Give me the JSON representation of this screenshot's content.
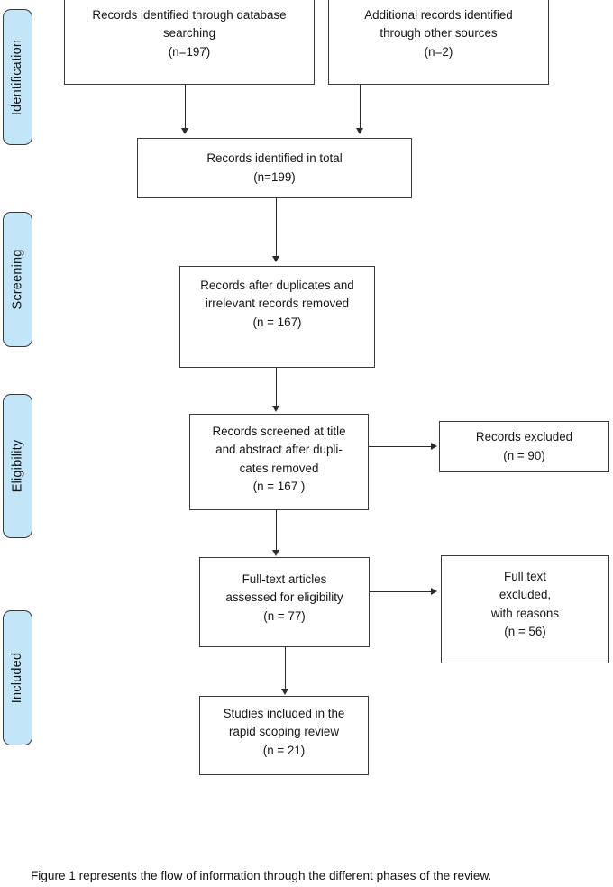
{
  "figure": {
    "type": "prisma-flow-diagram",
    "caption": "Figure 1 represents the flow of information through the different phases of the review.",
    "accent_color": "#c3e5f8",
    "border_color": "#3b3b3b",
    "text_color": "#161616"
  },
  "phases": [
    {
      "label": "Identification"
    },
    {
      "label": "Screening"
    },
    {
      "label": "Eligibility"
    },
    {
      "label": "Included"
    }
  ],
  "boxes": {
    "database_search": {
      "text": "Records identified through database\nsearching\n(n=197)",
      "count_label": "(n=197)",
      "count": 197
    },
    "other_sources": {
      "text": "Additional records identified\nthrough other sources\n(n=2)",
      "count_label": "(n=2)",
      "count": 2
    },
    "total_identified": {
      "text": "Records identified in total\n(n=199)",
      "count_label": "(n=199)",
      "count": 199
    },
    "duplicates_removed": {
      "text": "Records after duplicates and\nirrelevant records removed\n(n = 167)",
      "count_label": "(n = 167)",
      "count": 167
    },
    "screened": {
      "text": "Records screened at title\nand abstract after dupli-\ncates removed\n(n = 167 )",
      "count_label": "(n = 167 )",
      "count": 167
    },
    "records_excluded": {
      "text": "Records excluded\n(n = 90)",
      "count_label": "(n = 90)",
      "count": 90
    },
    "fulltext_assessed": {
      "text": "Full-text articles\nassessed for eligibility\n(n = 77)",
      "count_label": "(n = 77)",
      "count": 77
    },
    "fulltext_excluded": {
      "text": "Full text\nexcluded,\nwith reasons\n(n = 56)",
      "count_label": "(n = 56)",
      "count": 56
    },
    "included_studies": {
      "text": "Studies included in the\nrapid scoping review\n(n = 21)",
      "count_label": "(n = 21)",
      "count": 21
    }
  }
}
